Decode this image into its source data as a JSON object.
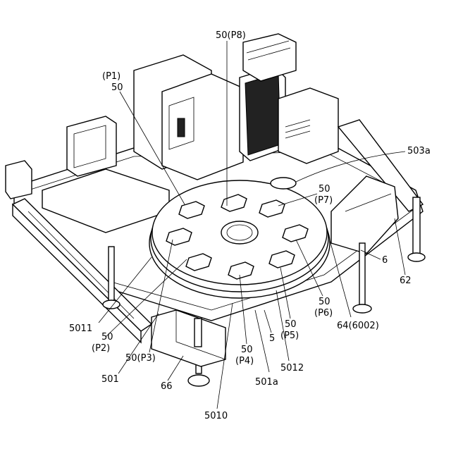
{
  "labels": [
    {
      "id": "p8",
      "text": "50(P8)"
    },
    {
      "id": "p1a",
      "text": "(P1)"
    },
    {
      "id": "p1b",
      "text": "50"
    },
    {
      "id": "l503a",
      "text": "503a"
    },
    {
      "id": "p7a",
      "text": "50"
    },
    {
      "id": "p7b",
      "text": "(P7)"
    },
    {
      "id": "l6",
      "text": "6"
    },
    {
      "id": "l62",
      "text": "62"
    },
    {
      "id": "p6a",
      "text": "50"
    },
    {
      "id": "p6b",
      "text": "(P6)"
    },
    {
      "id": "l64",
      "text": "64(6002)"
    },
    {
      "id": "p5a",
      "text": "50"
    },
    {
      "id": "p5b",
      "text": "(P5)"
    },
    {
      "id": "l5",
      "text": "5"
    },
    {
      "id": "l5011",
      "text": "5011"
    },
    {
      "id": "p2a",
      "text": "50"
    },
    {
      "id": "p2b",
      "text": "(P2)"
    },
    {
      "id": "p3",
      "text": "50(P3)"
    },
    {
      "id": "p4a",
      "text": "50"
    },
    {
      "id": "p4b",
      "text": "(P4)"
    },
    {
      "id": "l5012",
      "text": "5012"
    },
    {
      "id": "l501",
      "text": "501"
    },
    {
      "id": "l66",
      "text": "66"
    },
    {
      "id": "l501a",
      "text": "501a"
    },
    {
      "id": "l5010",
      "text": "5010"
    }
  ]
}
